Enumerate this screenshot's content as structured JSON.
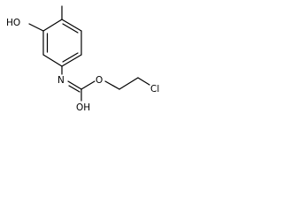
{
  "structure": {
    "labels": {
      "ho": "HO",
      "n": "N",
      "o_ester": "O",
      "oh": "OH",
      "cl": "Cl"
    }
  },
  "colors": {
    "ink": "#000000",
    "background": "#ffffff"
  }
}
